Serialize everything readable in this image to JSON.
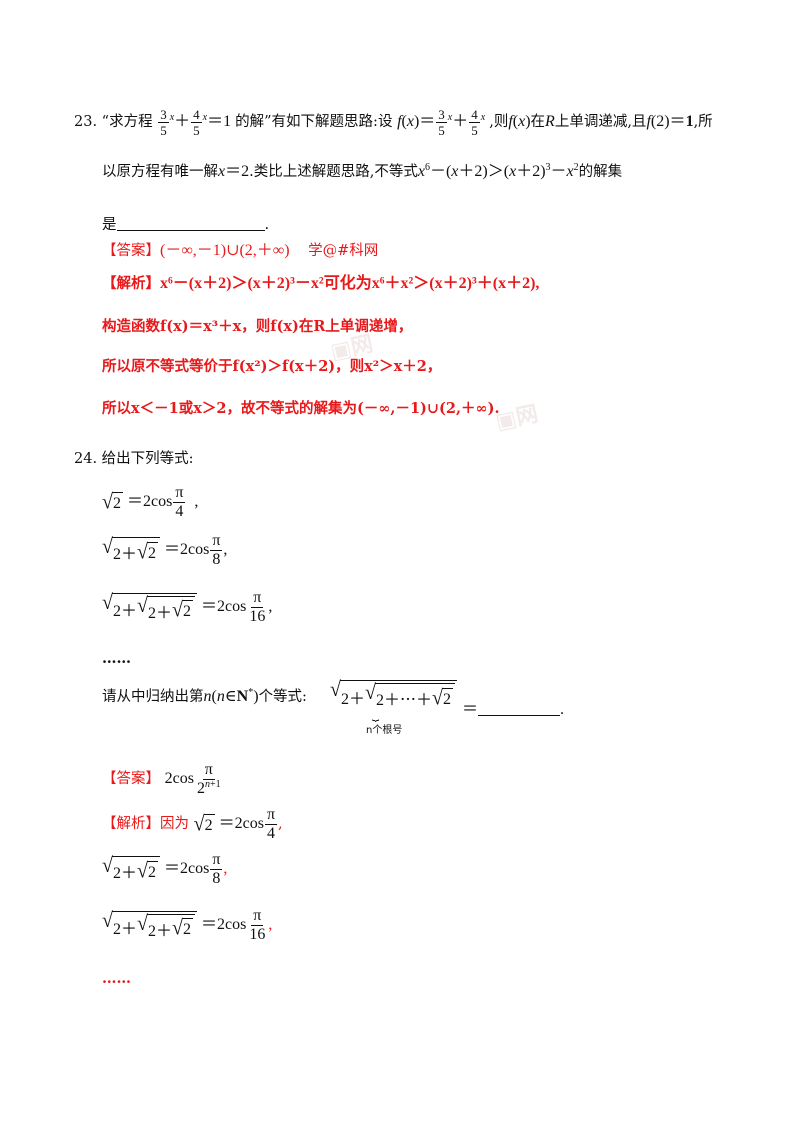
{
  "q23": {
    "number": "23.",
    "t_open": "“求方程",
    "eq_tail": "的解”有如下解题思路:设",
    "t_then": ",则",
    "t_mono": "上单调递减,且",
    "t_so": ",所",
    "line2_a": "以原方程有唯一解",
    "line2_b": ".类比上述解题思路,不等式",
    "line2_c": "的解集",
    "line3": "是",
    "line3_end": ".",
    "answer_tag": "【答案】",
    "answer": "(－∞,－1)∪(2,＋∞)",
    "watermark_text": "学@#科网",
    "analysis_tag": "【解析】",
    "a1": "x⁶－(x＋2)＞(x＋2)³－x²可化为x⁶＋x²＞(x＋2)³＋(x＋2),",
    "a2": "构造函数f(x)＝x³＋x，则f(x)在R上单调递增，",
    "a3": "所以原不等式等价于f(x²)＞f(x＋2)，则x²＞x＋2，",
    "a4": "所以x＜－1或x＞2，故不等式的解集为(－∞,－1)∪(2,＋∞)."
  },
  "q24": {
    "number": "24.",
    "intro": "给出下列等式:",
    "dots": "……",
    "ask_a": "请从中归纳出第",
    "ask_b": "个等式:",
    "underbrace_label": "n个根号",
    "eq_sign": "＝",
    "end_dot": ".",
    "answer_tag": "【答案】",
    "analysis_tag": "【解析】",
    "because": "因为",
    "dots2": "……"
  },
  "colors": {
    "red": "#e8191b",
    "text": "#111111"
  }
}
